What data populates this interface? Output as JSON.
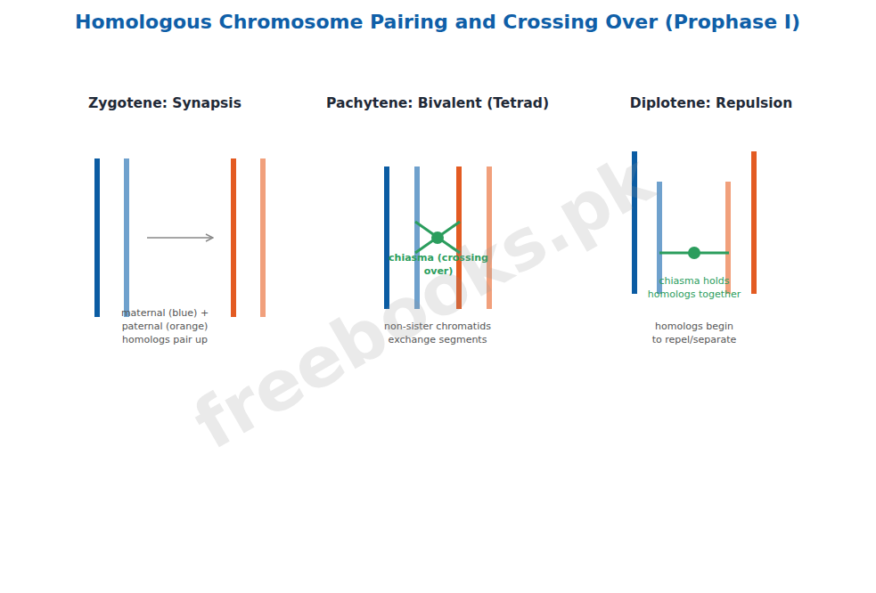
{
  "diagram": {
    "title": "Homologous Chromosome Pairing and Crossing Over (Prophase I)",
    "labels": [
      "Zygotene: Synapsis",
      "Pachytene: Bivalent (Tetrad)",
      "Diplotene: Repulsion",
      "maternal (blue) + paternal (orange) homologs pair up",
      "chiasma (crossing over)",
      "non-sister chromatids exchange segments",
      "chiasma holds homologs together",
      "homologs begin to repel/separate",
      "freebooks.pk"
    ]
  }
}
